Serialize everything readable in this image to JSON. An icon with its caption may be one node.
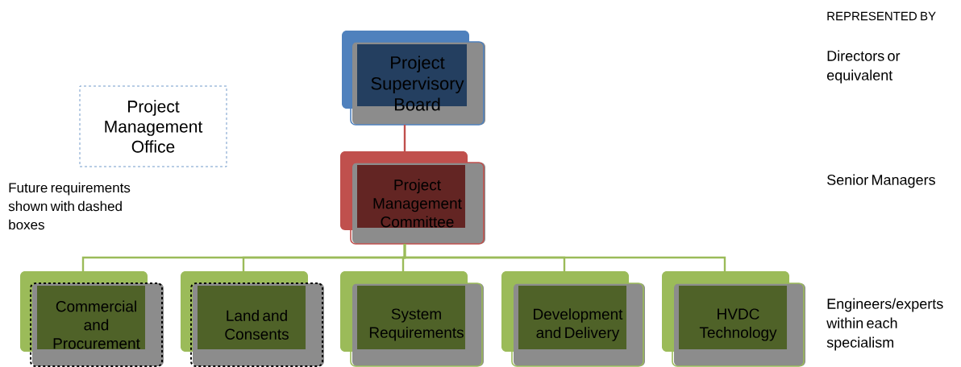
{
  "diagram": {
    "nodes": [
      {
        "text": [
          "Project Supervisory Board"
        ]
      },
      {
        "text": [
          "Project Management Office"
        ]
      },
      {
        "text": [
          "Project Management Committee"
        ]
      },
      {
        "text": [
          "Commercial and Procurement"
        ]
      },
      {
        "text": [
          "Land and Consents"
        ]
      },
      {
        "text": [
          "System Requirements"
        ]
      },
      {
        "text": [
          "Development and Delivery"
        ]
      },
      {
        "text": [
          "HVDC Technology"
        ]
      }
    ],
    "edges": [
      {
        "from": 0,
        "to": 2,
        "arrow": "none",
        "color": "#c0504d"
      },
      {
        "from": 2,
        "to": 3,
        "arrow": "none"
      },
      {
        "from": 2,
        "to": 4,
        "arrow": "none"
      },
      {
        "from": 2,
        "to": 5,
        "arrow": "none"
      },
      {
        "from": 2,
        "to": 6,
        "arrow": "none"
      },
      {
        "from": 2,
        "to": 7,
        "arrow": "none"
      }
    ],
    "labels": [
      "REPRESENTED BY",
      "Directors or equivalent",
      "Future requirements shown with dashed boxes",
      "Senior Managers",
      "Engineers/experts within each specialism"
    ]
  }
}
